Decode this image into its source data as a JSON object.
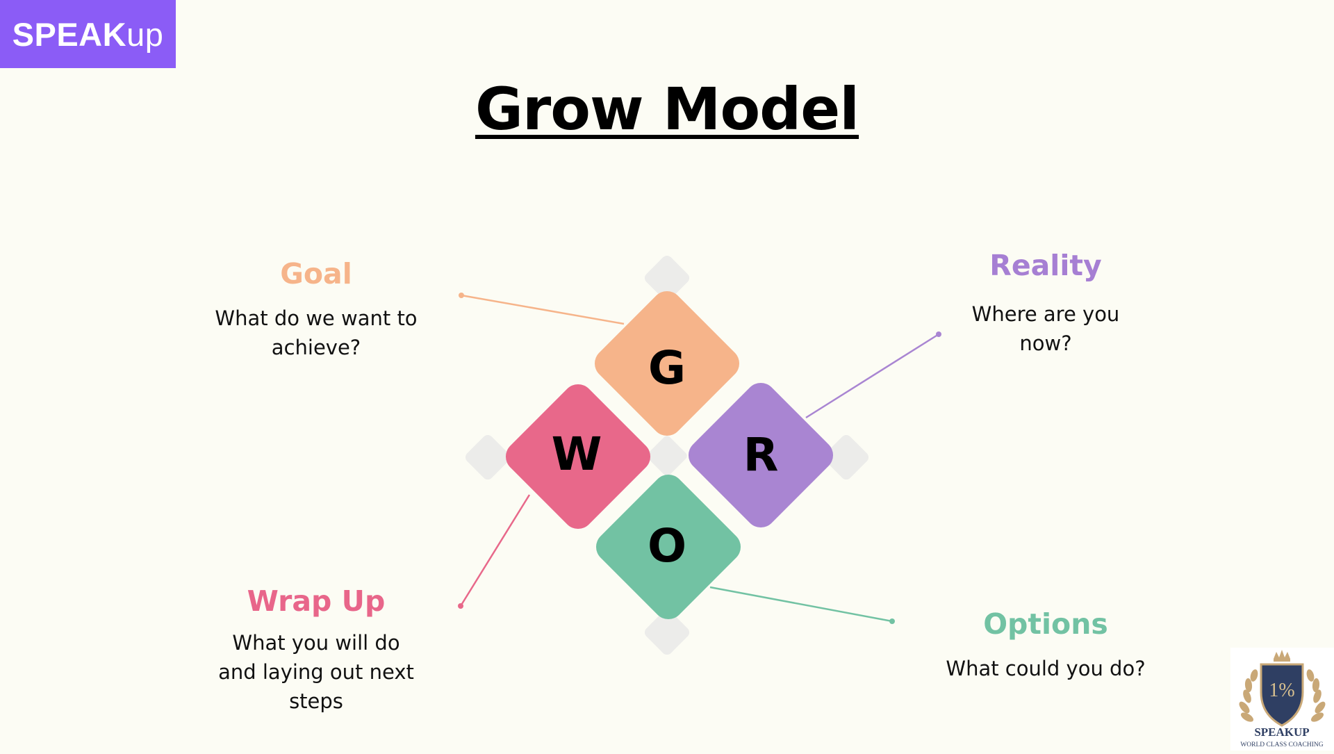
{
  "logo": {
    "strong": "SPEAK",
    "light": "up"
  },
  "title": "Grow Model",
  "diagram": {
    "tiles": [
      {
        "letter": "G",
        "color": "#f6b48a"
      },
      {
        "letter": "R",
        "color": "#a985d2"
      },
      {
        "letter": "O",
        "color": "#72c2a3"
      },
      {
        "letter": "W",
        "color": "#e8688a"
      }
    ],
    "background_color": "#ececea"
  },
  "blocks": {
    "goal": {
      "title": "Goal",
      "text": "What do we want to\nachieve?",
      "color": "#f6b48a"
    },
    "reality": {
      "title": "Reality",
      "text": "Where are you\nnow?",
      "color": "#a67fd3"
    },
    "wrap_up": {
      "title": "Wrap Up",
      "text": "What you will do\nand laying out next\nsteps",
      "color": "#e8668a"
    },
    "options": {
      "title": "Options",
      "text": "What could you do?",
      "color": "#72c2a3"
    }
  },
  "badge": {
    "mark": "1%",
    "name": "SPEAKUP",
    "tagline": "WORLD CLASS COACHING"
  }
}
